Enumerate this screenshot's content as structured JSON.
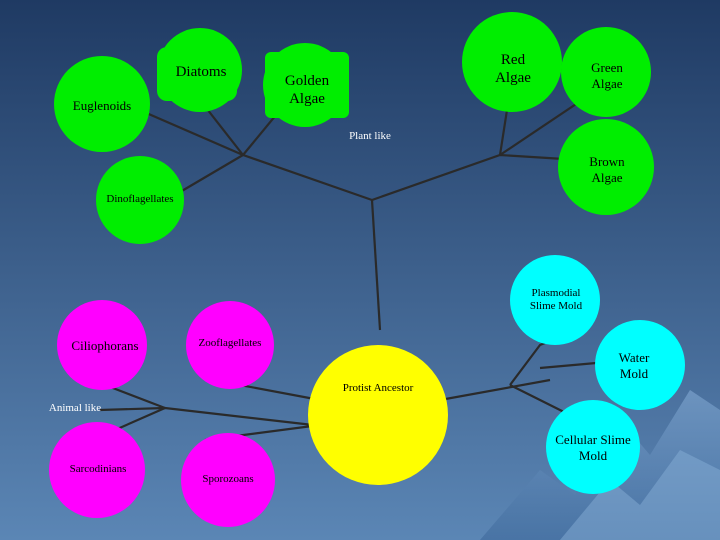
{
  "colors": {
    "background_top": "#1f3a63",
    "background_bottom": "#5b86b5",
    "plant_like": "#00ee00",
    "golden": "#00ee00",
    "animal_like": "#ff00ff",
    "fungus_like": "#00ffff",
    "ancestor": "#ffff00",
    "lines": "#2a2a2a"
  },
  "diagram": {
    "root": "Protist Ancestor",
    "branches": {
      "plant_like": "Plant like",
      "animal_like": "Animal like"
    },
    "plant_like": [
      "Diatoms",
      "Golden Algae",
      "Euglenoids",
      "Red Algae",
      "Green Algae",
      "Brown Algae",
      "Dinoflagellates"
    ],
    "animal_like": [
      "Ciliophorans",
      "Zooflagellates",
      "Sarcodinians",
      "Sporozoans"
    ],
    "fungus_like": [
      "Plasmodial Slime Mold",
      "Water Mold",
      "Cellular Slime Mold"
    ]
  },
  "labels": {
    "diatoms": "Diatoms",
    "golden_algae": "Golden Algae",
    "euglenoids": "Euglenoids",
    "red_algae": "Red Algae",
    "green_algae": "Green Algae",
    "brown_algae": "Brown Algae",
    "dinoflagellates": "Dinoflagellates",
    "plant_like": "Plant like",
    "plasmodial_slime_mold": "Plasmodial Slime Mold",
    "ciliophorans": "Ciliophorans",
    "zooflagellates": "Zooflagellates",
    "water_mold": "Water Mold",
    "protist_ancestor": "Protist Ancestor",
    "animal_like": "Animal like",
    "cellular_slime_mold": "Cellular Slime Mold",
    "sarcodinians": "Sarcodinians",
    "sporozoans": "Sporozoans"
  }
}
